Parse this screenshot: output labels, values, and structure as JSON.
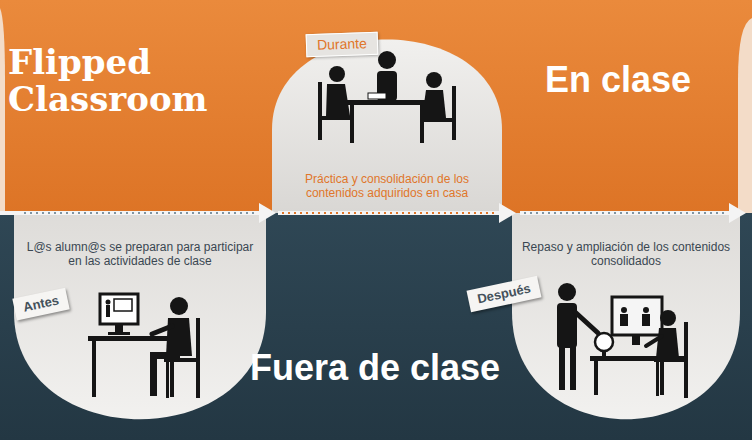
{
  "diagram": {
    "title": "Flipped Classroom",
    "nodes": [
      {
        "text": [
          "En clase"
        ]
      },
      {
        "text": [
          "Durante",
          "Práctica y consolidación de los contenidos adquiridos en casa"
        ],
        "in": 0
      },
      {
        "text": [
          "Fuera de clase"
        ]
      },
      {
        "text": [
          "Antes",
          "L@s alumn@s se preparan para participar en las actividades de clase"
        ],
        "in": 2
      },
      {
        "text": [
          "Después",
          "Repaso y ampliación de los contenidos consolidados"
        ],
        "in": 2
      }
    ],
    "edges": [
      {
        "from": 3,
        "to": 1,
        "arrow": "to"
      },
      {
        "from": 1,
        "to": 4,
        "arrow": "to"
      }
    ]
  }
}
